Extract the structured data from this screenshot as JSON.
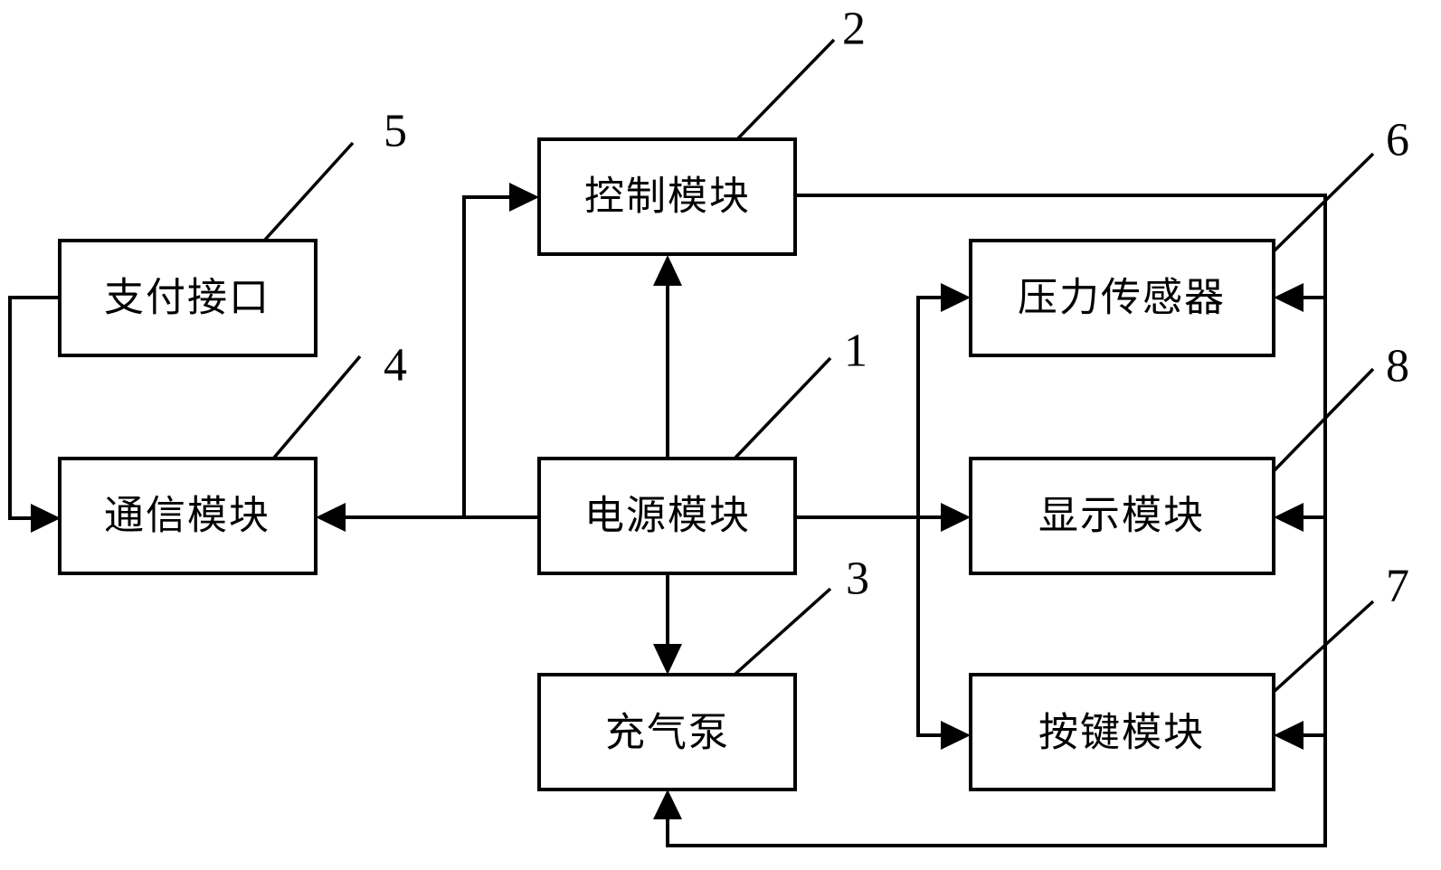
{
  "diagram": {
    "type": "block-diagram",
    "modules": [
      {
        "id": "1",
        "label": "电源模块",
        "ref": "1"
      },
      {
        "id": "2",
        "label": "控制模块",
        "ref": "2"
      },
      {
        "id": "3",
        "label": "充气泵",
        "ref": "3"
      },
      {
        "id": "4",
        "label": "通信模块",
        "ref": "4"
      },
      {
        "id": "5",
        "label": "支付接口",
        "ref": "5"
      },
      {
        "id": "6",
        "label": "压力传感器",
        "ref": "6"
      },
      {
        "id": "7",
        "label": "按键模块",
        "ref": "7"
      },
      {
        "id": "8",
        "label": "显示模块",
        "ref": "8"
      }
    ],
    "connections": [
      {
        "from": "电源模块",
        "to": "控制模块"
      },
      {
        "from": "电源模块",
        "to": "通信模块"
      },
      {
        "from": "电源模块",
        "to": "充气泵"
      },
      {
        "from": "电源模块",
        "to": "压力传感器"
      },
      {
        "from": "电源模块",
        "to": "显示模块"
      },
      {
        "from": "电源模块",
        "to": "按键模块"
      },
      {
        "from": "支付接口",
        "to": "通信模块"
      },
      {
        "from": "控制模块",
        "to": "压力传感器"
      },
      {
        "from": "控制模块",
        "to": "显示模块"
      },
      {
        "from": "控制模块",
        "to": "按键模块"
      },
      {
        "from": "控制模块",
        "to": "充气泵"
      }
    ]
  }
}
